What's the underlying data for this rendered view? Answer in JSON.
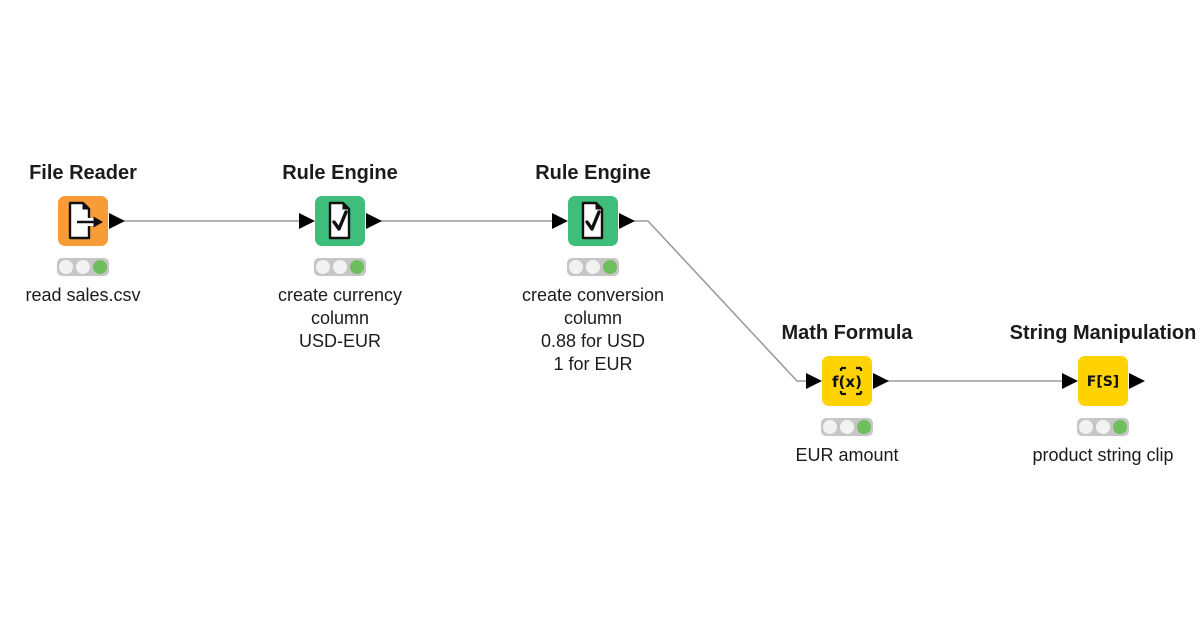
{
  "app": "workflow-canvas",
  "colors": {
    "background": "#FFFFFF",
    "source_node": "#F99C38",
    "rule_engine_node": "#3EBD7B",
    "formula_node": "#FFD303",
    "port": "#000000",
    "connection_line": "#9B9B9B",
    "traffic_light_bg": "#C6C6C6",
    "traffic_light_idle": "#F2F2F2",
    "traffic_light_executed": "#6DBE5C",
    "text": "#1B1B1B"
  },
  "nodes": [
    {
      "id": "file-reader",
      "title": "File Reader",
      "icon": "file-export-icon",
      "status": "executed",
      "traffic_lights": [
        "off",
        "off",
        "green"
      ],
      "label_lines": [
        "read sales.csv"
      ]
    },
    {
      "id": "rule-engine-1",
      "title": "Rule Engine",
      "icon": "document-check-icon",
      "status": "executed",
      "traffic_lights": [
        "off",
        "off",
        "green"
      ],
      "label_lines": [
        "create currency",
        "column",
        "USD-EUR"
      ]
    },
    {
      "id": "rule-engine-2",
      "title": "Rule Engine",
      "icon": "document-check-icon",
      "status": "executed",
      "traffic_lights": [
        "off",
        "off",
        "green"
      ],
      "label_lines": [
        "create conversion",
        "column",
        "0.88 for USD",
        "1 for EUR"
      ]
    },
    {
      "id": "math-formula",
      "title": "Math Formula",
      "icon": "fx-icon",
      "status": "executed",
      "traffic_lights": [
        "off",
        "off",
        "green"
      ],
      "label_lines": [
        "EUR amount"
      ]
    },
    {
      "id": "string-manipulation",
      "title": "String Manipulation",
      "icon": "string-function-icon",
      "status": "executed",
      "traffic_lights": [
        "off",
        "off",
        "green"
      ],
      "label_lines": [
        "product string clip"
      ]
    }
  ],
  "icon_glyphs": {
    "math_formula": "f(x)",
    "string_manipulation": "F[S]"
  },
  "connections": [
    {
      "from": "file-reader",
      "to": "rule-engine-1"
    },
    {
      "from": "rule-engine-1",
      "to": "rule-engine-2"
    },
    {
      "from": "rule-engine-2",
      "to": "math-formula"
    },
    {
      "from": "math-formula",
      "to": "string-manipulation"
    }
  ]
}
